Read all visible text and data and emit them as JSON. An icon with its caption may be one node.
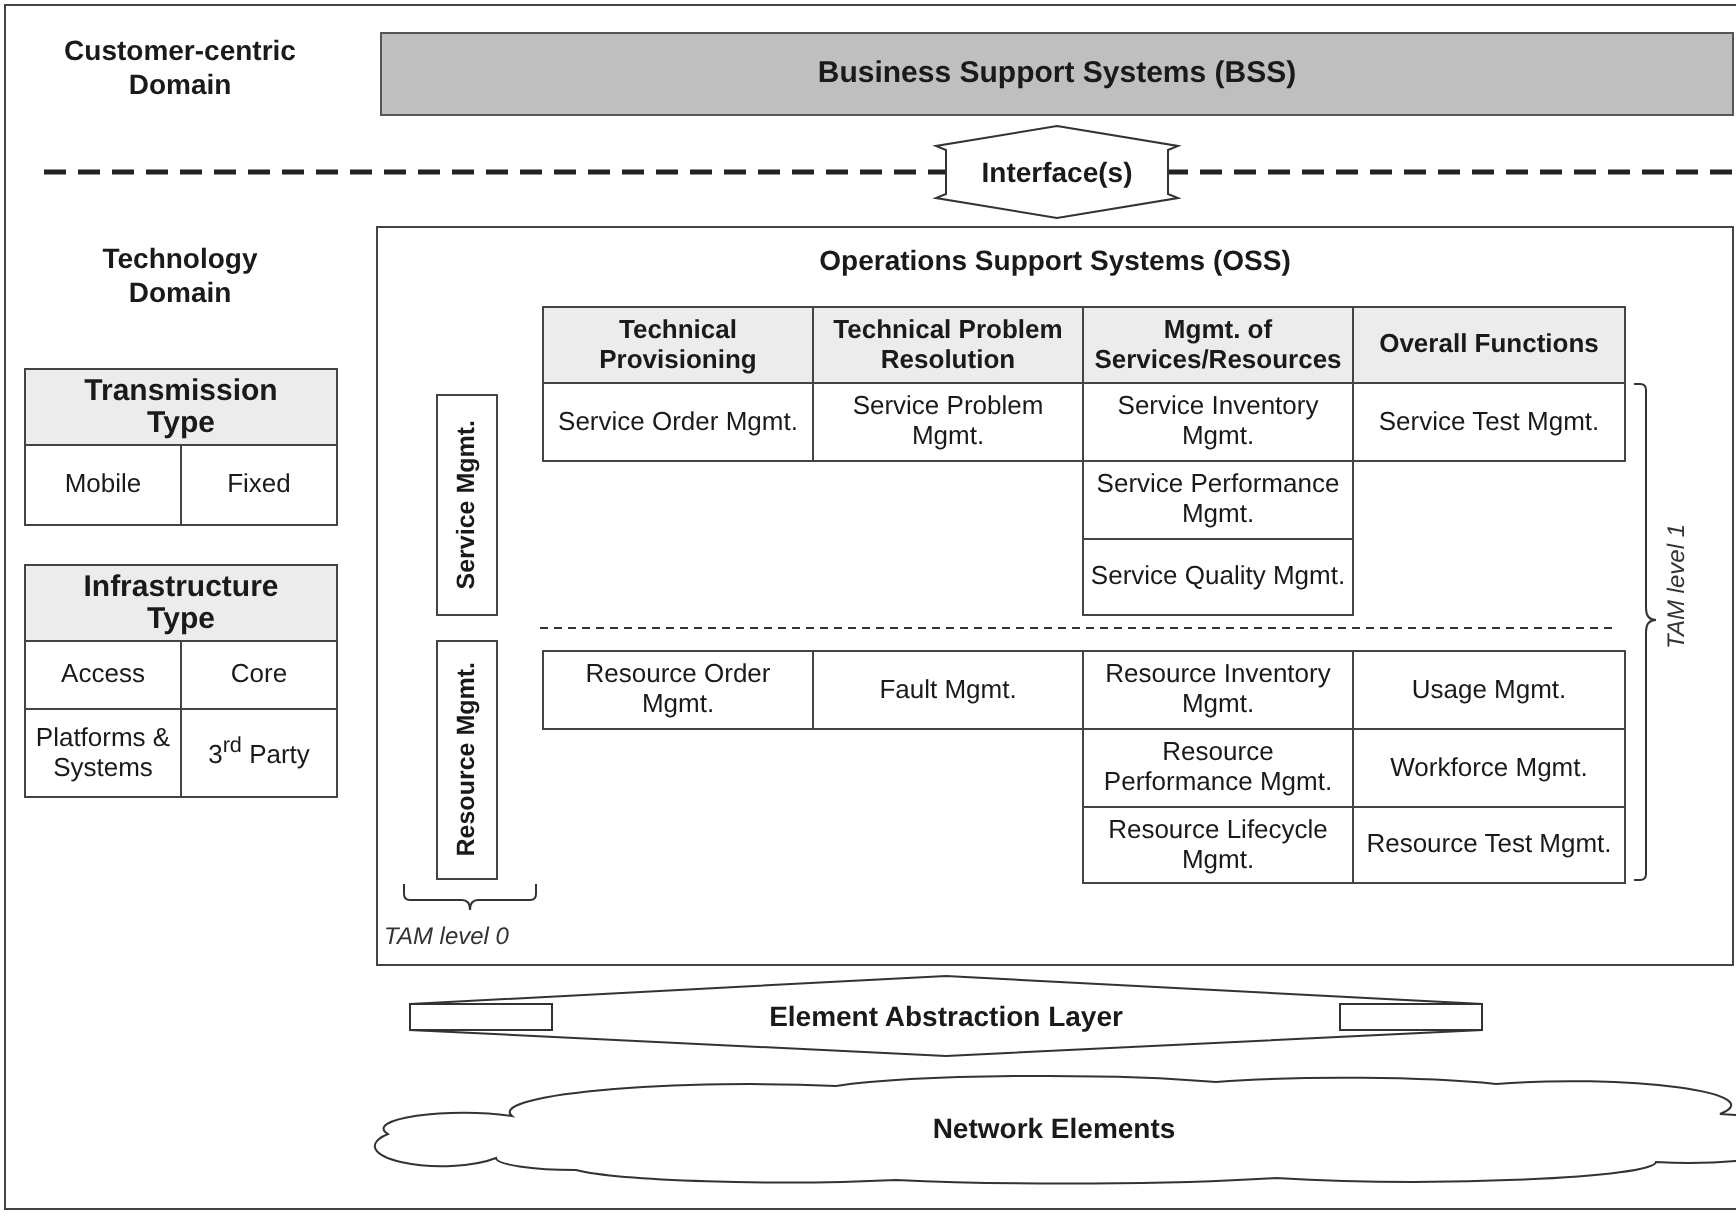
{
  "diagram": {
    "nodes": [
      {
        "text": [
          "Business Support Systems (BSS)"
        ]
      },
      {
        "text": [
          "Interface(s)"
        ]
      },
      {
        "text": [],
        "shape": "box"
      },
      {
        "text": [
          "Transmission Type"
        ],
        "in": 2
      },
      {
        "text": [
          "Mobile"
        ],
        "in": 2
      },
      {
        "text": [
          "Fixed"
        ],
        "in": 2
      },
      {
        "text": [],
        "shape": "box"
      },
      {
        "text": [
          "Infrastructure Type"
        ],
        "in": 6
      },
      {
        "text": [
          "Access"
        ],
        "in": 6
      },
      {
        "text": [
          "Core"
        ],
        "in": 6
      },
      {
        "text": [
          "Platforms & Systems"
        ],
        "in": 6
      },
      {
        "text": [
          "3$^{rd}$ Party"
        ],
        "in": 6
      },
      {
        "text": [
          "Operations Support Systems (OSS)"
        ]
      },
      {
        "text": [
          "Technical Provisioning"
        ],
        "in": 12
      },
      {
        "text": [
          "Technical Problem Resolution"
        ],
        "in": 12
      },
      {
        "text": [
          "Mgmt. of Services/Resources"
        ],
        "in": 12
      },
      {
        "text": [
          "Overall Functions"
        ],
        "in": 12
      },
      {
        "text": [
          "Service Mgmt."
        ],
        "in": 12
      },
      {
        "text": [
          "Service Order Mgmt."
        ],
        "in": 12
      },
      {
        "text": [
          "Service Problem Mgmt."
        ],
        "in": 12
      },
      {
        "text": [
          "Service Inventory Mgmt."
        ],
        "in": 12
      },
      {
        "text": [
          "Service Test Mgmt."
        ],
        "in": 12
      },
      {
        "text": [
          "Service Performance Mgmt."
        ],
        "in": 12
      },
      {
        "text": [
          "Service Quality Mgmt."
        ],
        "in": 12
      },
      {
        "text": [
          "Resource Mgmt."
        ],
        "in": 12
      },
      {
        "text": [
          "Resource Order Mgmt."
        ],
        "in": 12
      },
      {
        "text": [
          "Fault Mgmt."
        ],
        "in": 12
      },
      {
        "text": [
          "Resource Inventory Mgmt."
        ],
        "in": 12
      },
      {
        "text": [
          "Usage Mgmt."
        ],
        "in": 12
      },
      {
        "text": [
          "Resource Performance Mgmt."
        ],
        "in": 12
      },
      {
        "text": [
          "Workforce Mgmt."
        ],
        "in": 12
      },
      {
        "text": [
          "Resource Lifecycle Mgmt."
        ],
        "in": 12
      },
      {
        "text": [
          "Resource Test Mgmt."
        ],
        "in": 12
      },
      {
        "text": [
          "Element Abstraction Layer"
        ]
      },
      {
        "text": [
          "Network Elements"
        ]
      }
    ],
    "labels": [
      "Customer-centric Domain",
      "Technology Domain",
      "TAM level 1",
      "TAM level 0"
    ]
  }
}
